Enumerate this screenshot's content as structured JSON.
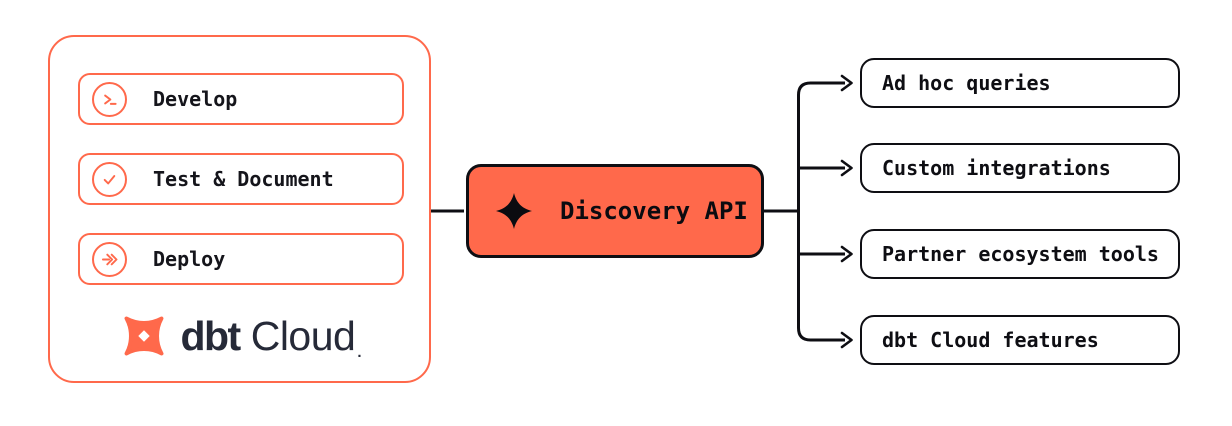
{
  "colors": {
    "accent_orange": "#FF694B",
    "line_ink": "#0E0E13",
    "logo_navy": "#262A38",
    "background": "#FFFFFF"
  },
  "left_panel": {
    "steps": [
      {
        "label": "Develop",
        "icon": "terminal-prompt-icon"
      },
      {
        "label": "Test & Document",
        "icon": "check-circle-icon"
      },
      {
        "label": "Deploy",
        "icon": "double-chevron-arrow-icon"
      }
    ],
    "logo": {
      "name_bold": "dbt",
      "name_regular": "Cloud",
      "trademark_dot": ".",
      "mark": "dbt-pinwheel-logo"
    }
  },
  "center_node": {
    "label": "Discovery API",
    "icon": "four-point-star-icon"
  },
  "consumers": [
    {
      "label": "Ad hoc queries"
    },
    {
      "label": "Custom integrations"
    },
    {
      "label": "Partner ecosystem tools"
    },
    {
      "label": "dbt Cloud features"
    }
  ]
}
